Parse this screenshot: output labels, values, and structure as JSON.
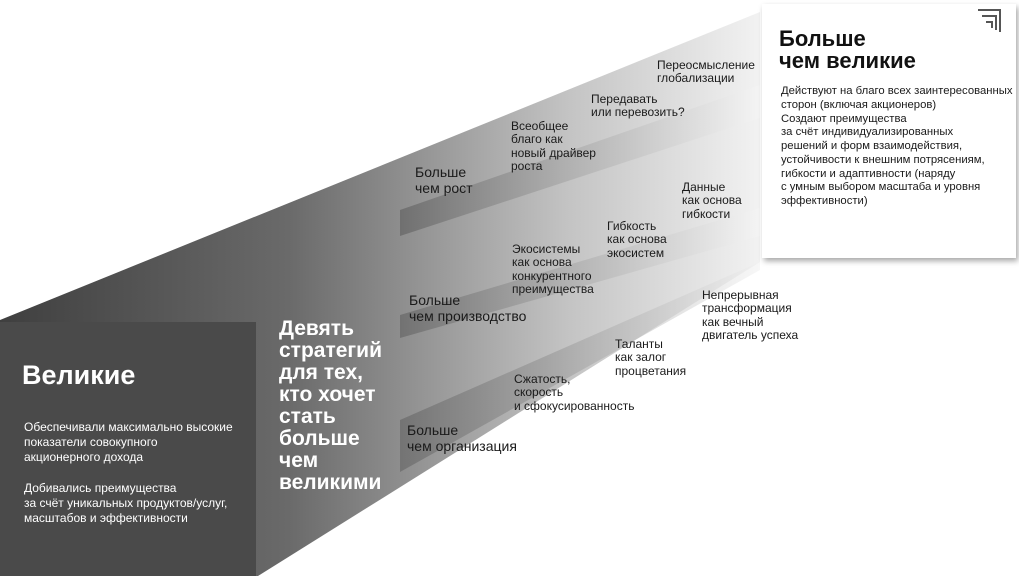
{
  "left_box": {
    "title": "Великие",
    "text1": "Обеспечивали максимально высокие\nпоказатели совокупного\nакционерного дохода",
    "text2": "Добивались преимущества\nза счёт уникальных продуктов/услуг,\nмасштабов и эффективности"
  },
  "center_title": "Девять\nстратегий\nдля тех,\nкто хочет\nстать\nбольше\nчем\nвеликими",
  "right_card": {
    "title": "Больше\nчем великие",
    "body": "Действуют на благо всех заинтересованных\nсторон (включая акционеров)\nСоздают преимущества\nза счёт индивидуализированных\nрешений и форм взаимодействия,\nустойчивости к внешним потрясениям,\nгибкости и адаптивности (наряду\nс умным выбором масштаба и уровня\nэффективности)"
  },
  "bands": [
    {
      "name": "Больше\nчем рост",
      "items": [
        "Всеобщее\nблаго как\nновый драйвер\n роста",
        "Передавать\nили перевозить?",
        "Переосмысление\nглобализации"
      ]
    },
    {
      "name": "Больше\nчем производство",
      "items": [
        "Экосистемы\nкак основа\nконкурентного\nпреимущества",
        "Гибкость\nкак основа\nэкосистем",
        "Данные\nкак основа\nгибкости"
      ]
    },
    {
      "name": "Больше\nчем организация",
      "items": [
        "Сжатость,\nскорость\nи сфокусированность",
        "Таланты\nкак залог\nпроцветания",
        "Непрерывная\nтрансформация\nкак вечный\nдвигатель успеха"
      ]
    }
  ],
  "colors": {
    "dark": "#4a4a4a",
    "mid": "#8a8a8a",
    "light": "#ececec",
    "card": "#ffffff"
  },
  "icon": "arrow-stack-icon"
}
